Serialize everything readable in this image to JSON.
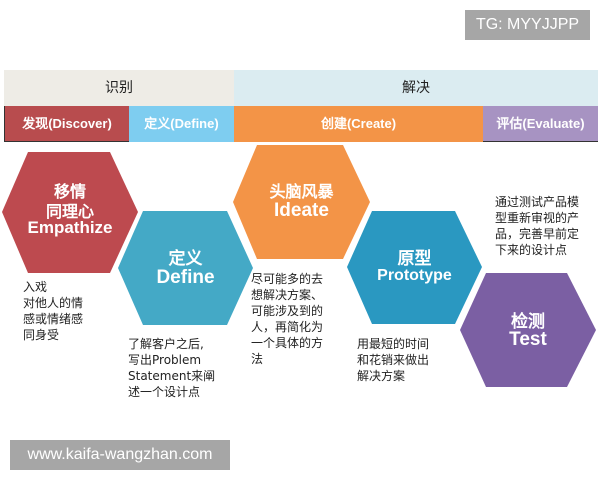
{
  "badges": {
    "top_right": "TG: MYYJJPP",
    "bottom_left": "www.kaifa-wangzhan.com"
  },
  "header": {
    "phases": [
      {
        "label": "识别",
        "color": "#eeece6"
      },
      {
        "label": "解决",
        "color": "#dbecf1"
      }
    ],
    "stages": [
      {
        "label": "发现(Discover)",
        "color": "#b84c4e"
      },
      {
        "label": "定义(Define)",
        "color": "#7ecdf0"
      },
      {
        "label": "创建(Create)",
        "color": "#f39447"
      },
      {
        "label": "评估(Evaluate)",
        "color": "#a793c2"
      }
    ]
  },
  "hexagons": [
    {
      "cn": "移情",
      "cn2": "同理心",
      "en": "Empathize",
      "color": "#bd4a4f"
    },
    {
      "cn": "定义",
      "en": "Define",
      "color": "#44a9c6"
    },
    {
      "cn": "头脑风暴",
      "en": "Ideate",
      "color": "#f39447"
    },
    {
      "cn": "原型",
      "en": "Prototype",
      "color": "#2a98c1"
    },
    {
      "cn": "检测",
      "en": "Test",
      "color": "#7b5fa3"
    }
  ],
  "notes": {
    "empathize": "入戏\n对他人的情\n感或情绪感\n同身受",
    "define": "了解客户之后,\n写出Problem\nStatement来阐\n述一个设计点",
    "ideate": "尽可能多的去\n想解决方案、\n可能涉及到的\n人，再简化为\n一个具体的方\n法",
    "prototype": "用最短的时间\n和花销来做出\n解决方案",
    "test": "通过测试产品模\n型重新审视的产\n品，完善早前定\n下来的设计点"
  }
}
